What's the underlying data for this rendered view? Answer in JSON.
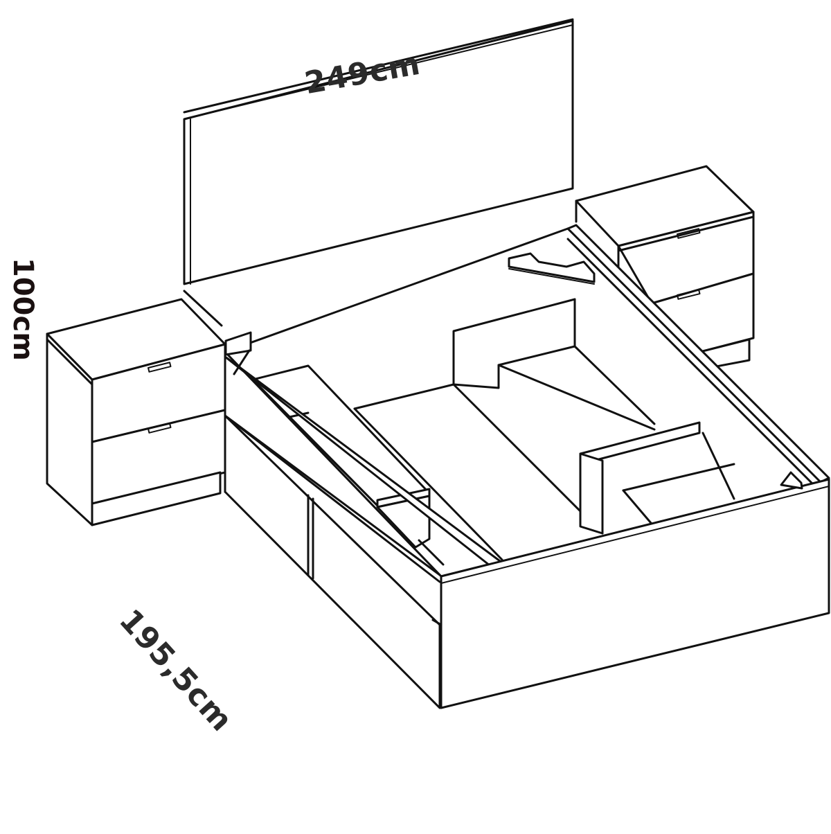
{
  "diagram": {
    "subject": "bed-with-storage-and-two-nightstands",
    "style": "black-line-drawing-on-white",
    "colors": {
      "background": "#ffffff",
      "line": "#111111",
      "label": "#2b2b2b"
    }
  },
  "dimensions": {
    "width": "249cm",
    "height": "100cm",
    "length": "195,5cm"
  },
  "components": [
    {
      "name": "headboard"
    },
    {
      "name": "left-nightstand",
      "drawers": 2
    },
    {
      "name": "right-nightstand",
      "drawers": 2
    },
    {
      "name": "left-storage-compartment",
      "drawers": 2
    },
    {
      "name": "right-storage-compartment"
    },
    {
      "name": "lift-brackets",
      "count": 3
    }
  ]
}
